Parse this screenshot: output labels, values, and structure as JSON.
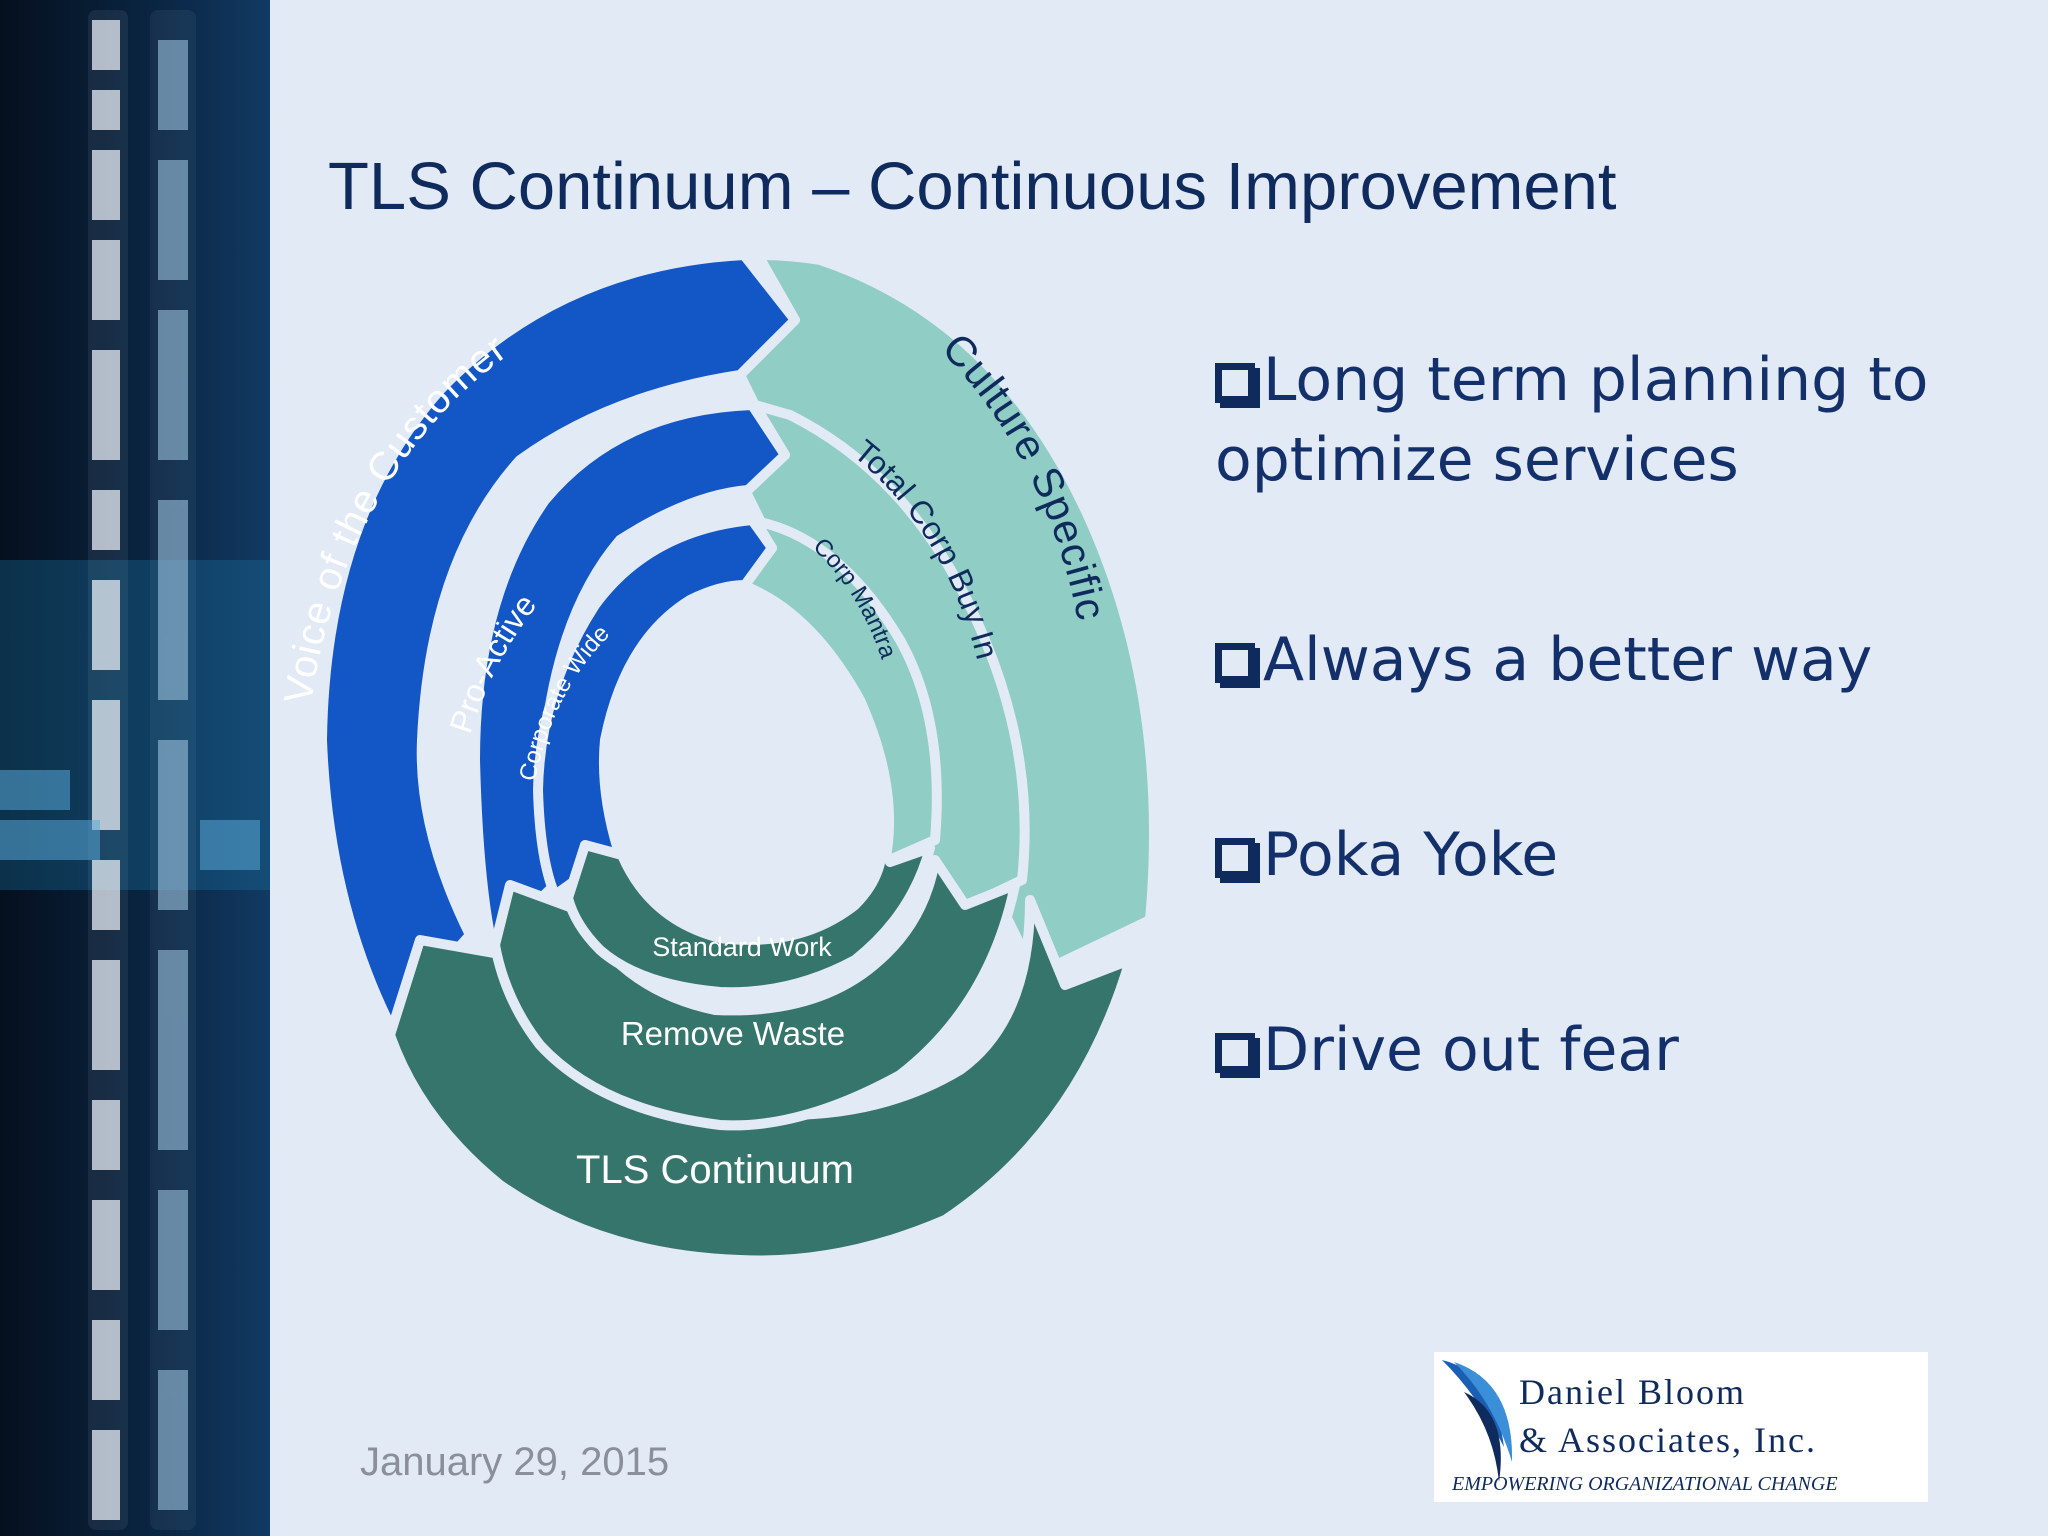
{
  "slide": {
    "title": "TLS Continuum – Continuous Improvement",
    "date": "January 29, 2015"
  },
  "diagram": {
    "outer": {
      "left": "Voice of the Customer",
      "right": "Culture Specific",
      "bottom": "TLS Continuum"
    },
    "middle": {
      "left": "Pro-Active",
      "right": "Total Corp Buy In",
      "bottom": "Remove Waste"
    },
    "inner": {
      "left": "Corporate Wide",
      "right": "Corp Mantra",
      "bottom": "Standard Work"
    }
  },
  "bullets": [
    {
      "line1": "Long term planning to",
      "line2": "optimize services"
    },
    {
      "line1": "Always a better way"
    },
    {
      "line1": "Poka Yoke"
    },
    {
      "line1": "Drive out fear"
    }
  ],
  "logo": {
    "line1": "Daniel Bloom",
    "line2": "& Associates, Inc.",
    "tagline": "EMPOWERING ORGANIZATIONAL CHANGE"
  },
  "colors": {
    "background": "#e2eaf6",
    "blue": "#1356c6",
    "teal_light": "#8fcdc5",
    "teal_dark": "#36756b",
    "title": "#0f2a5c"
  },
  "icons": {
    "bullet": "checkbox-square-icon",
    "logo_mark": "swoosh-icon"
  }
}
